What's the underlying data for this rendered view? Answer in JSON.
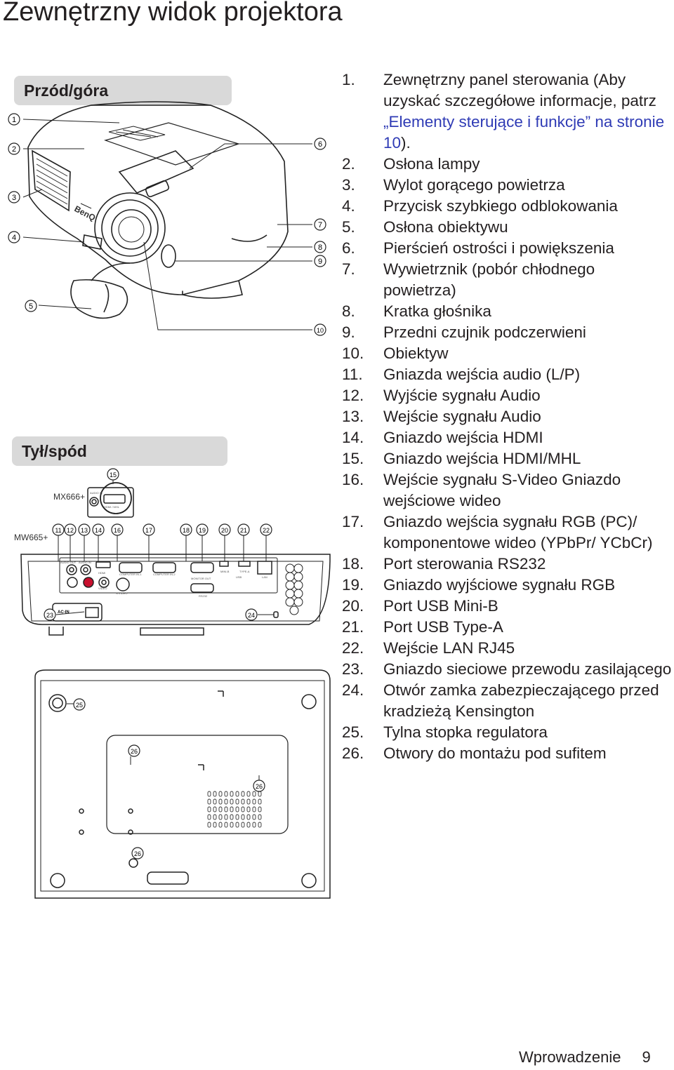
{
  "page_title": "Zewnętrzny widok projektora",
  "sections": {
    "front": "Przód/góra",
    "back": "Tył/spód"
  },
  "models": {
    "mx": "MX666+",
    "mw": "MW665+"
  },
  "callouts": [
    "1",
    "2",
    "3",
    "4",
    "5",
    "6",
    "7",
    "8",
    "9",
    "10",
    "11",
    "12",
    "13",
    "14",
    "15",
    "16",
    "17",
    "18",
    "19",
    "20",
    "21",
    "22",
    "23",
    "24",
    "25",
    "26"
  ],
  "panel_labels": {
    "audio_out": "AUDIO OUT",
    "audio_in": "AUDIO IN",
    "hdmi": "HDMI",
    "hdmi_mhl": "HDMI / MHL",
    "computer_in_1": "COMPUTER IN-1",
    "computer_in_2": "COMPUTER IN-2",
    "monitor_out": "MONITOR OUT",
    "rs232": "RS232",
    "mini_b": "MINI-B",
    "type_a": "TYPE-A",
    "usb": "USB",
    "lan": "LAN",
    "ac_in": "AC-IN",
    "video": "VIDEO",
    "s_video": "S-VIDEO",
    "brand": "BenQ"
  },
  "items": [
    {
      "num": "1.",
      "text": "Zewnętrzny panel sterowania (Aby uzyskać szczegółowe informacje, patrz ",
      "link": "„Elementy sterujące i funkcje” na stronie 10",
      "after": ")."
    },
    {
      "num": "2.",
      "text": "Osłona lampy"
    },
    {
      "num": "3.",
      "text": "Wylot gorącego powietrza"
    },
    {
      "num": "4.",
      "text": "Przycisk szybkiego odblokowania"
    },
    {
      "num": "5.",
      "text": "Osłona obiektywu"
    },
    {
      "num": "6.",
      "text": "Pierścień ostrości i powiększenia"
    },
    {
      "num": "7.",
      "text": "Wywietrznik (pobór chłodnego powietrza)"
    },
    {
      "num": "8.",
      "text": "Kratka głośnika"
    },
    {
      "num": "9.",
      "text": "Przedni czujnik podczerwieni"
    },
    {
      "num": "10.",
      "text": "Obiektyw"
    },
    {
      "num": "11.",
      "text": "Gniazda wejścia audio (L/P)"
    },
    {
      "num": "12.",
      "text": "Wyjście sygnału Audio"
    },
    {
      "num": "13.",
      "text": "Wejście sygnału Audio"
    },
    {
      "num": "14.",
      "text": "Gniazdo wejścia HDMI"
    },
    {
      "num": "15.",
      "text": "Gniazdo wejścia HDMI/MHL"
    },
    {
      "num": "16.",
      "text": "Wejście sygnału S-Video Gniazdo wejściowe wideo"
    },
    {
      "num": "17.",
      "text": "Gniazdo wejścia sygnału RGB (PC)/ komponentowe wideo (YPbPr/ YCbCr)"
    },
    {
      "num": "18.",
      "text": "Port sterowania RS232"
    },
    {
      "num": "19.",
      "text": "Gniazdo wyjściowe sygnału RGB"
    },
    {
      "num": "20.",
      "text": "Port USB Mini-B"
    },
    {
      "num": "21.",
      "text": "Port USB Type-A"
    },
    {
      "num": "22.",
      "text": "Wejście LAN RJ45"
    },
    {
      "num": "23.",
      "text": "Gniazdo sieciowe przewodu zasilającego"
    },
    {
      "num": "24.",
      "text": "Otwór zamka zabezpieczającego przed kradzieżą Kensington"
    },
    {
      "num": "25.",
      "text": "Tylna stopka regulatora"
    },
    {
      "num": "26.",
      "text": "Otwory do montażu pod sufitem"
    }
  ],
  "footer": {
    "section": "Wprowadzenie",
    "page": "9"
  }
}
